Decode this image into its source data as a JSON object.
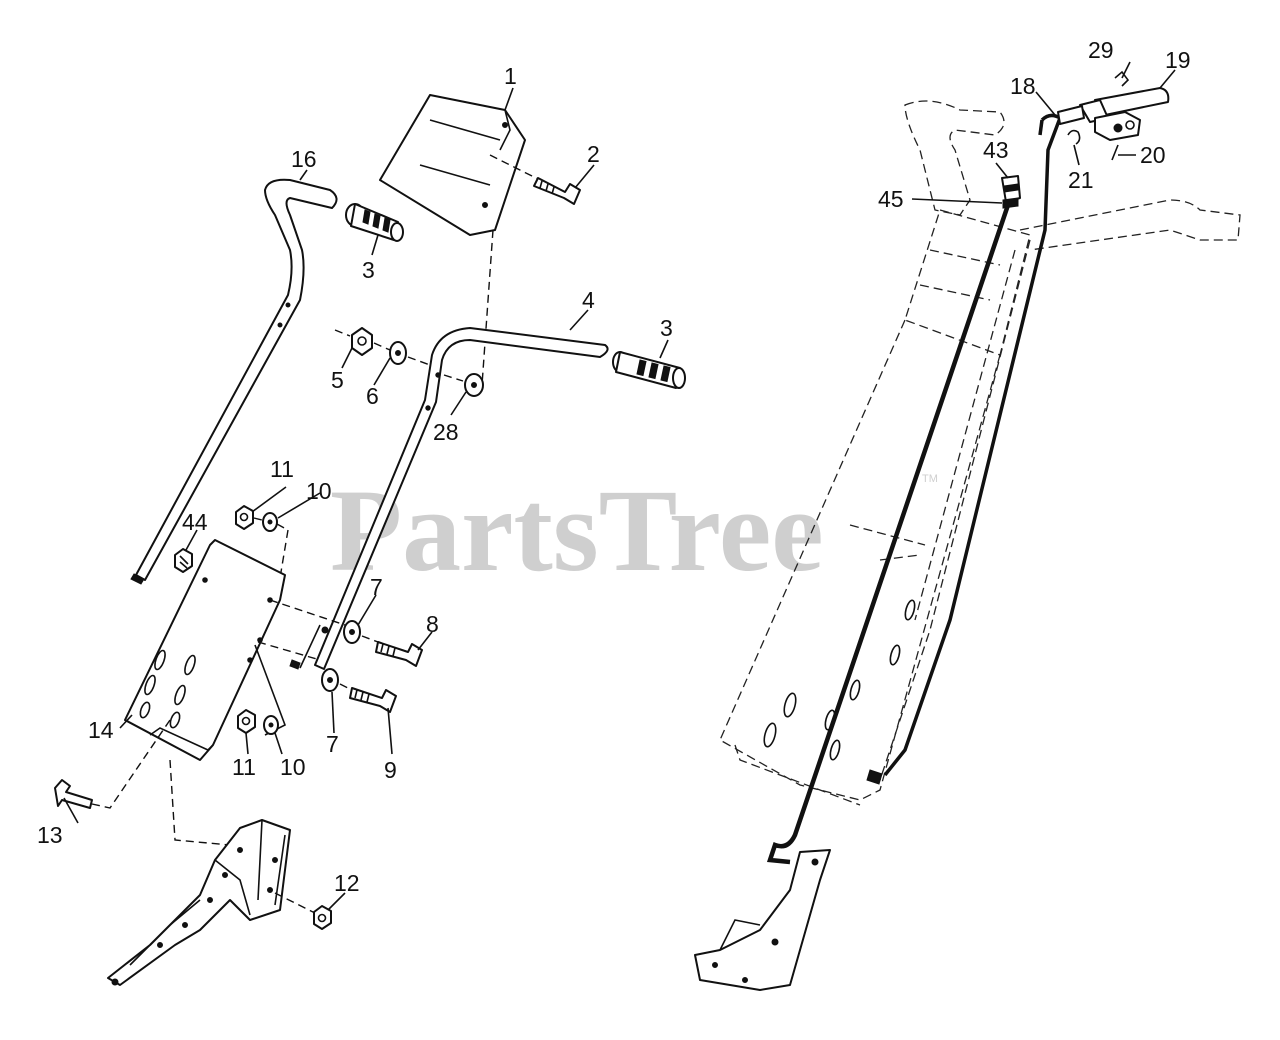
{
  "watermark": {
    "text": "PartsTree",
    "tm": "TM"
  },
  "callouts": {
    "c1": "1",
    "c2": "2",
    "c3a": "3",
    "c3b": "3",
    "c4": "4",
    "c5": "5",
    "c6": "6",
    "c7a": "7",
    "c7b": "7",
    "c8": "8",
    "c9": "9",
    "c10a": "10",
    "c10b": "10",
    "c11a": "11",
    "c11b": "11",
    "c12": "12",
    "c13": "13",
    "c14": "14",
    "c16": "16",
    "c18": "18",
    "c19": "19",
    "c20": "20",
    "c21": "21",
    "c28": "28",
    "c29": "29",
    "c43": "43",
    "c44": "44",
    "c45": "45"
  }
}
